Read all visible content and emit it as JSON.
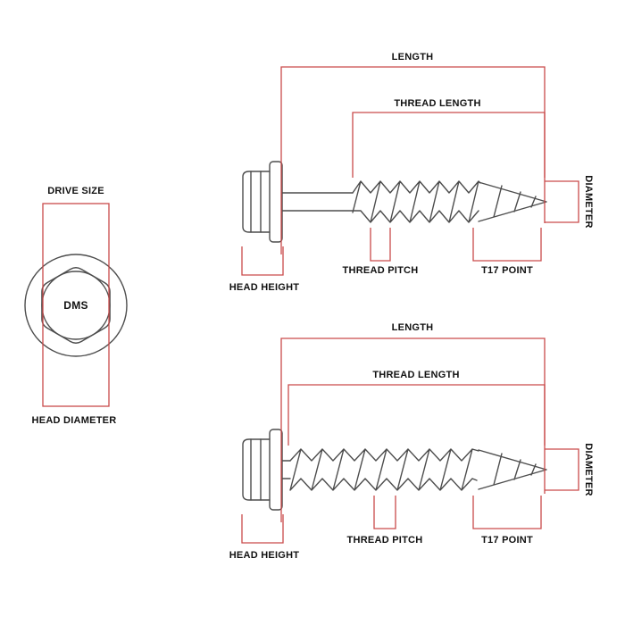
{
  "title": "Hex flange head screw dimension diagram",
  "colors": {
    "annotation_red": "#c94a4a",
    "line_gray": "#4d4d4d",
    "text_black": "#111111",
    "background": "#ffffff"
  },
  "head_view": {
    "drive_size_label": "DRIVE SIZE",
    "dms_label": "DMS",
    "head_diameter_label": "HEAD DIAMETER"
  },
  "top_diagram": {
    "length_label": "LENGTH",
    "thread_length_label": "THREAD LENGTH",
    "diameter_label": "DIAMETER",
    "head_height_label": "HEAD HEIGHT",
    "thread_pitch_label": "THREAD PITCH",
    "t17_point_label": "T17 POINT"
  },
  "bottom_diagram": {
    "length_label": "LENGTH",
    "thread_length_label": "THREAD LENGTH",
    "diameter_label": "DIAMETER",
    "head_height_label": "HEAD HEIGHT",
    "thread_pitch_label": "THREAD PITCH",
    "t17_point_label": "T17 POINT"
  }
}
